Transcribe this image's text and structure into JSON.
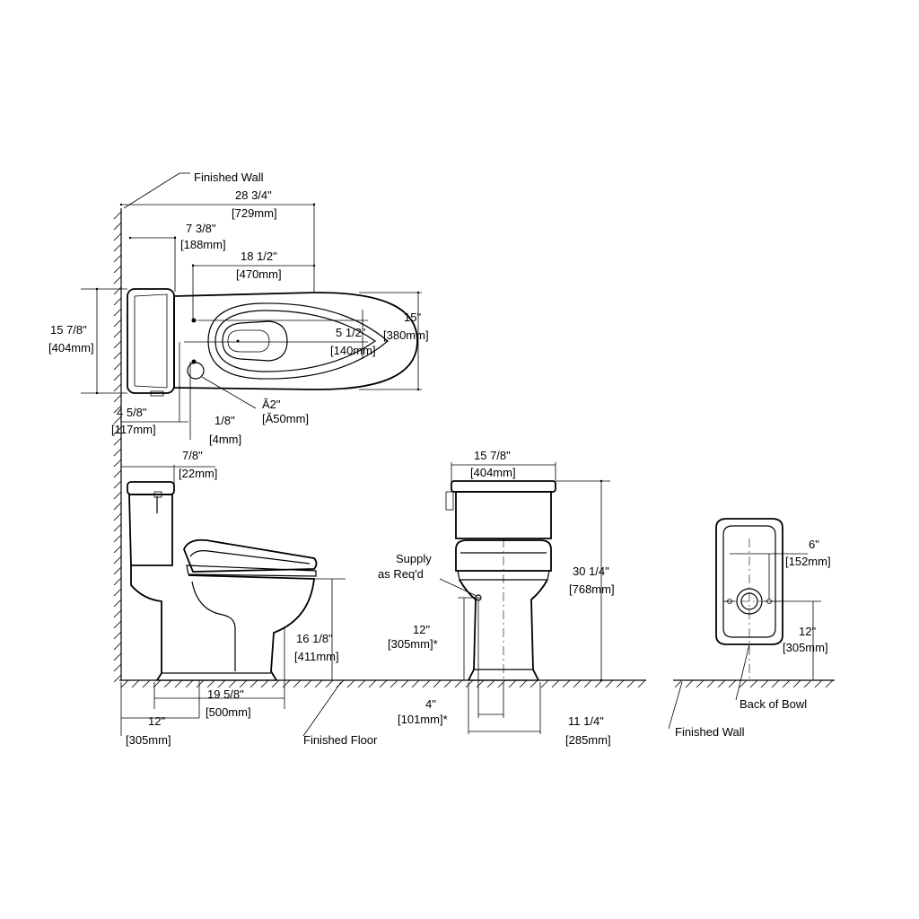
{
  "labels": {
    "finished_wall_top": "Finished Wall",
    "overall_length": "28 3/4\"",
    "overall_length_mm": "[729mm]",
    "tank_depth": "7 3/8\"",
    "tank_depth_mm": "[188mm]",
    "bowl_length": "18 1/2\"",
    "bowl_length_mm": "[470mm]",
    "bowl_width": "15\"",
    "bowl_width_mm": "[380mm]",
    "tank_width_top": "15 7/8\"",
    "tank_width_top_mm": "[404mm]",
    "bolt_spacing": "5 1/2\"",
    "bolt_spacing_mm": "[140mm]",
    "drain_dia": "Ă2\"",
    "drain_dia_mm": "[Ă50mm]",
    "supply_offset": "4 5/8\"",
    "supply_offset_mm": "[117mm]",
    "supply_gap": "1/8\"",
    "supply_gap_mm": "[4mm]",
    "tank_gap": "7/8\"",
    "tank_gap_mm": "[22mm]",
    "rim_height": "16 1/8\"",
    "rim_height_mm": "[411mm]",
    "base_length": "19 5/8\"",
    "base_length_mm": "[500mm]",
    "rough_in": "12\"",
    "rough_in_mm": "[305mm]",
    "finished_floor": "Finished Floor",
    "front_tank_width": "15 7/8\"",
    "front_tank_width_mm": "[404mm]",
    "supply_label_1": "Supply",
    "supply_label_2": "as Req'd",
    "overall_height": "30 1/4\"",
    "overall_height_mm": "[768mm]",
    "supply_height": "12\"",
    "supply_height_mm": "[305mm]*",
    "supply_side": "4\"",
    "supply_side_mm": "[101mm]*",
    "base_width": "11 1/4\"",
    "base_width_mm": "[285mm]",
    "bolt_width": "6\"",
    "bolt_width_mm": "[152mm]",
    "outlet_height": "12\"",
    "outlet_height_mm": "[305mm]",
    "back_of_bowl": "Back of Bowl",
    "finished_wall_bottom": "Finished Wall"
  }
}
